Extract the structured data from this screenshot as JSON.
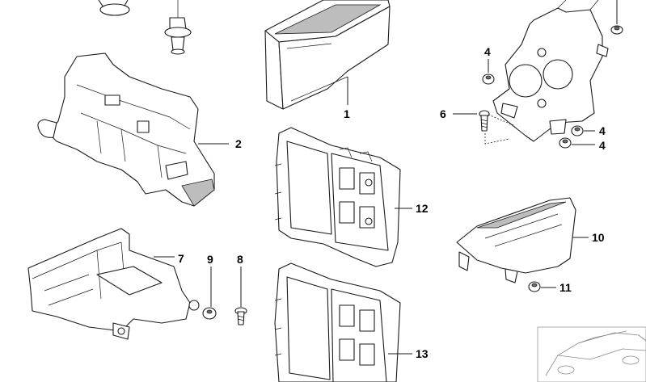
{
  "diagram": {
    "callouts": {
      "c1": "1",
      "c2": "2",
      "c4a": "4",
      "c4b": "4",
      "c4c": "4",
      "c6": "6",
      "c7": "7",
      "c8": "8",
      "c9": "9",
      "c10": "10",
      "c11": "11",
      "c12": "12",
      "c13": "13"
    }
  }
}
